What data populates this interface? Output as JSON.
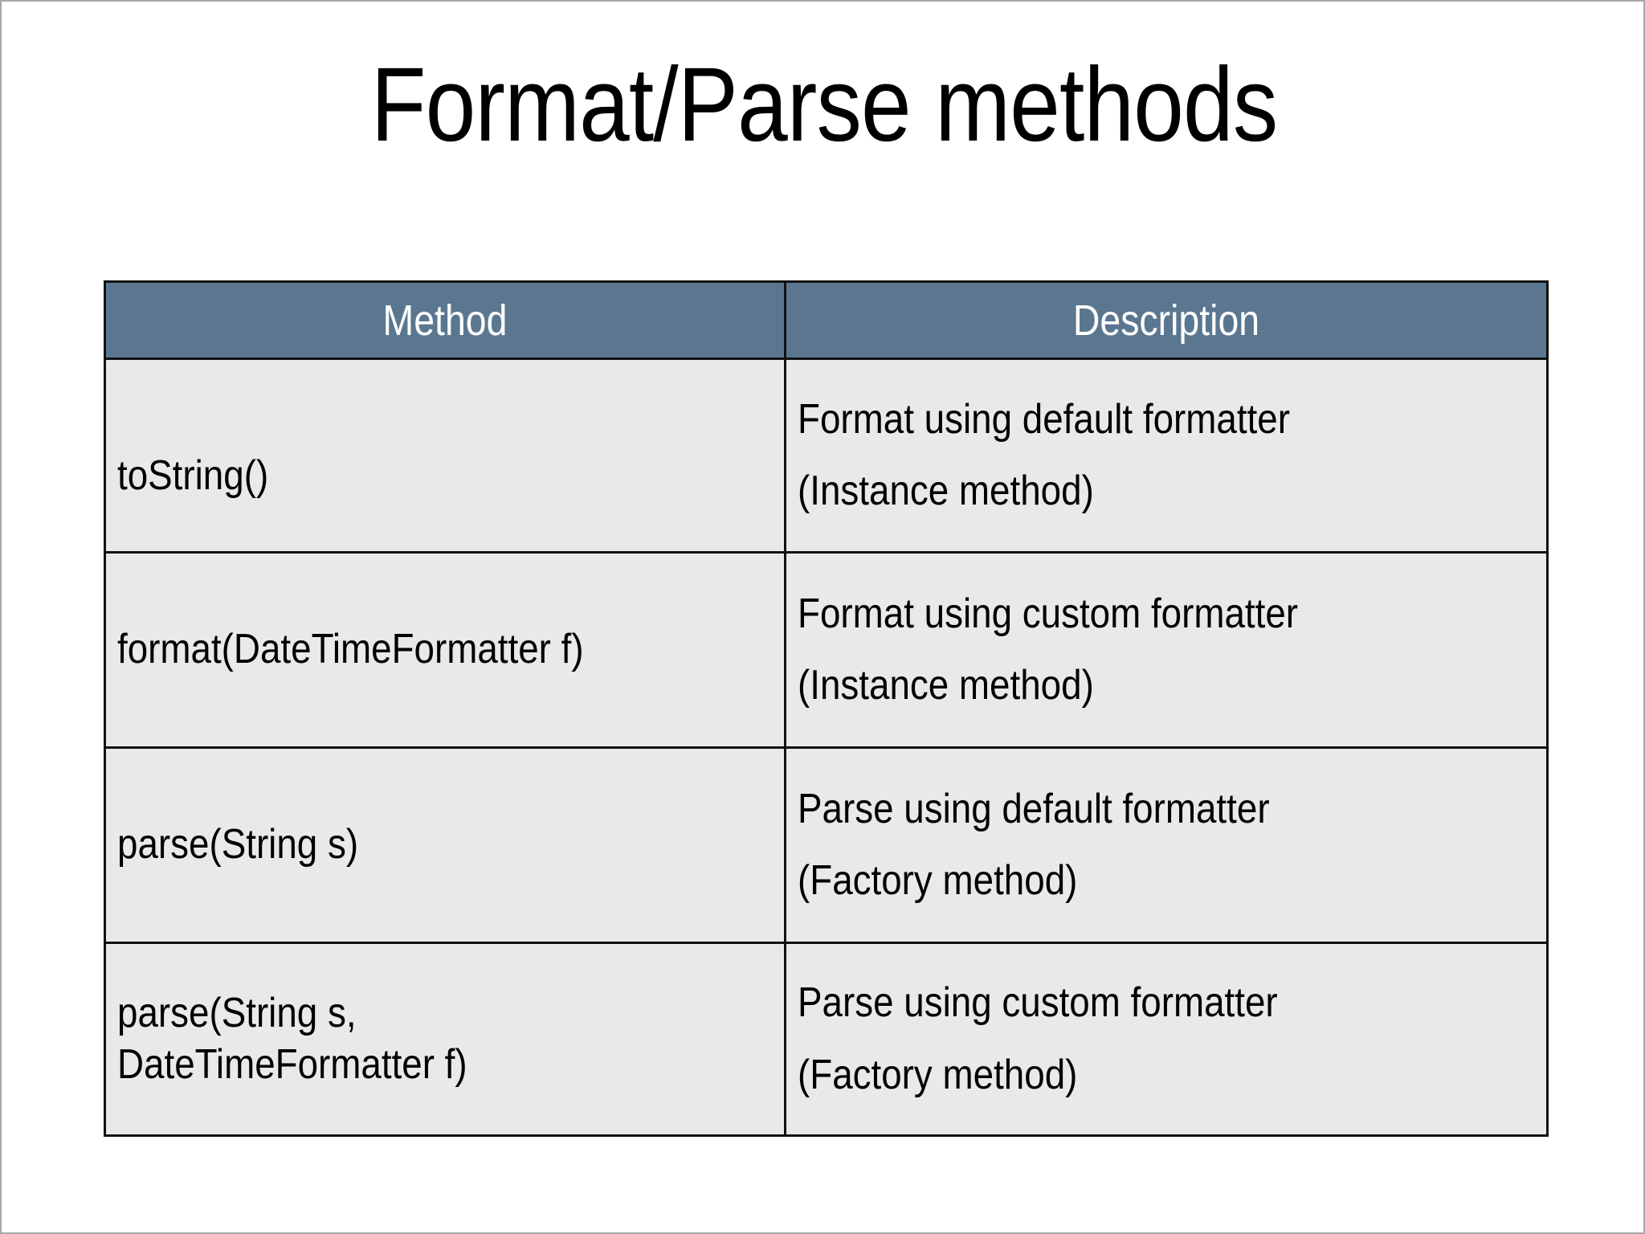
{
  "slide": {
    "title": "Format/Parse methods",
    "background_color": "#FFFFFF",
    "border_color": "#A8A8A8"
  },
  "table": {
    "header_background_color": "#5B7790",
    "header_text_color": "#FFFFFF",
    "cell_background_color": "#E8E9EB",
    "cell_text_color": "#000000",
    "border_color": "#111111",
    "columns": [
      {
        "key": "method",
        "label": "Method"
      },
      {
        "key": "description",
        "label": "Description"
      }
    ],
    "rows": [
      {
        "method_lines": [
          "toString()"
        ],
        "method": "toString()",
        "description_lines": [
          "Format using default formatter",
          "(Instance method)"
        ],
        "description": "Format using default formatter (Instance method)"
      },
      {
        "method_lines": [
          "format(DateTimeFormatter f)"
        ],
        "method": "format(DateTimeFormatter f)",
        "description_lines": [
          "Format using custom formatter",
          "(Instance method)"
        ],
        "description": "Format using custom formatter (Instance method)"
      },
      {
        "method_lines": [
          "parse(String s)"
        ],
        "method": "parse(String s)",
        "description_lines": [
          "Parse using default formatter",
          "(Factory method)"
        ],
        "description": "Parse using default formatter (Factory method)"
      },
      {
        "method_lines": [
          "parse(String s,",
          "DateTimeFormatter f)"
        ],
        "method": "parse(String s, DateTimeFormatter f)",
        "description_lines": [
          "Parse using custom formatter",
          "(Factory method)"
        ],
        "description": "Parse using custom formatter (Factory method)"
      }
    ]
  }
}
